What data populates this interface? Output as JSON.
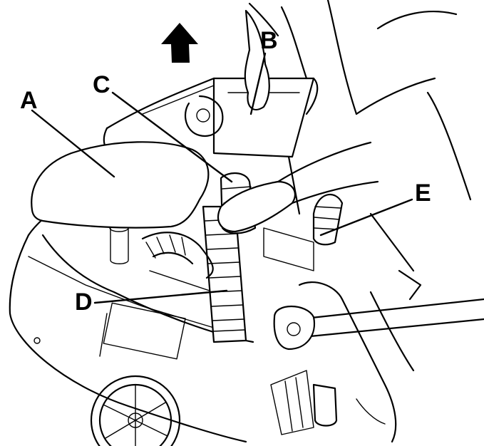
{
  "labels": {
    "a": "A",
    "b": "B",
    "c": "C",
    "d": "D",
    "e": "E"
  },
  "icons": {
    "direction_arrow": "up-arrow-icon"
  },
  "colors": {
    "line": "#000000",
    "background": "#ffffff"
  }
}
